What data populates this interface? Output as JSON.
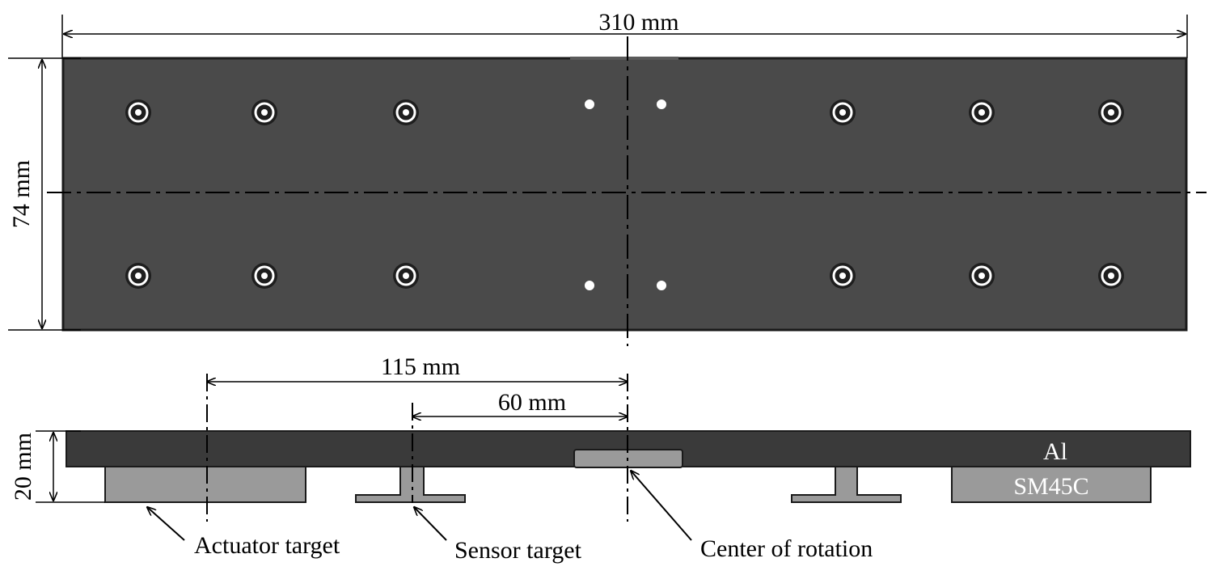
{
  "dimensions": {
    "length": "310 mm",
    "width": "74 mm",
    "thickness": "20 mm",
    "actuator_offset": "115 mm",
    "sensor_offset": "60 mm"
  },
  "materials": {
    "top_layer": "Al",
    "bottom_layer": "SM45C"
  },
  "callouts": {
    "actuator": "Actuator target",
    "sensor": "Sensor target",
    "center": "Center of rotation"
  },
  "colors": {
    "plate": "#4a4a4a",
    "plate_edge": "#1a1a1a",
    "target": "#9a9a9a",
    "line": "#000000",
    "white": "#ffffff"
  }
}
